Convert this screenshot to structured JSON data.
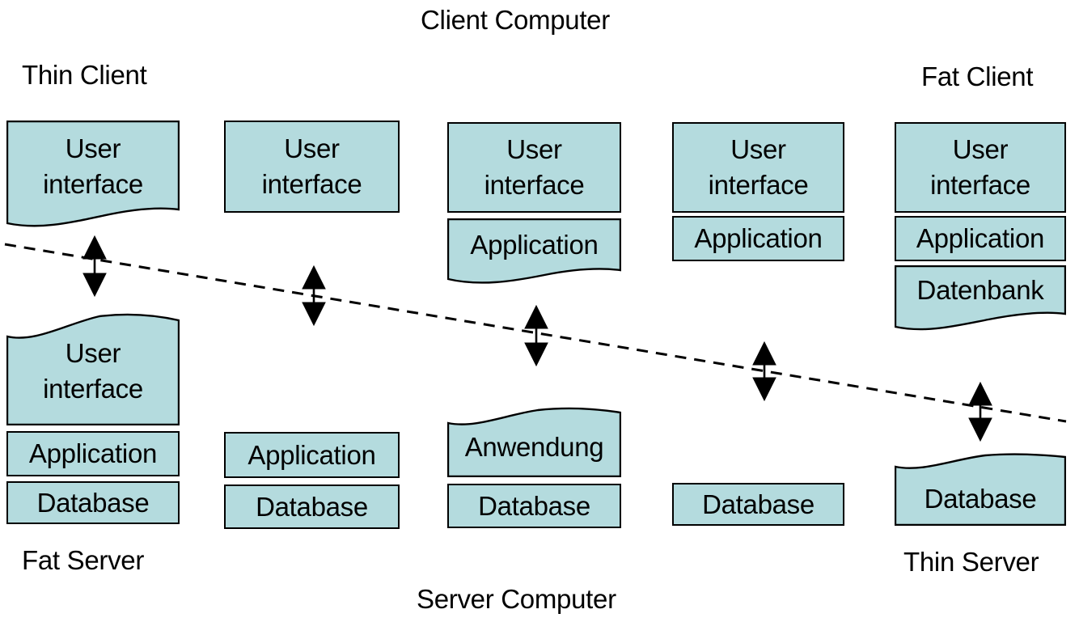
{
  "diagram": {
    "title_top": "Client Computer",
    "title_bottom": "Server Computer",
    "corner_labels": {
      "top_left": "Thin Client",
      "top_right": "Fat Client",
      "bottom_left": "Fat Server",
      "bottom_right": "Thin Server"
    },
    "colors": {
      "box_fill": "#b4dbde",
      "box_border": "#000000",
      "background": "#ffffff",
      "divider": "#000000"
    },
    "divider_style": "dashed",
    "columns": [
      {
        "name": "column-1-thin-client-fat-server",
        "client": [
          {
            "label": "User\ninterface",
            "shape": "doc-bottom"
          }
        ],
        "server": [
          {
            "label": "User\ninterface",
            "shape": "doc-top"
          },
          {
            "label": "Application",
            "shape": "rect"
          },
          {
            "label": "Database",
            "shape": "rect"
          }
        ]
      },
      {
        "name": "column-2",
        "client": [
          {
            "label": "User\ninterface",
            "shape": "rect"
          }
        ],
        "server": [
          {
            "label": "Application",
            "shape": "rect"
          },
          {
            "label": "Database",
            "shape": "rect"
          }
        ]
      },
      {
        "name": "column-3-split-application",
        "client": [
          {
            "label": "User\ninterface",
            "shape": "rect"
          },
          {
            "label": "Application",
            "shape": "doc-bottom"
          }
        ],
        "server": [
          {
            "label": "Anwendung",
            "shape": "doc-top"
          },
          {
            "label": "Database",
            "shape": "rect"
          }
        ]
      },
      {
        "name": "column-4",
        "client": [
          {
            "label": "User\ninterface",
            "shape": "rect"
          },
          {
            "label": "Application",
            "shape": "rect"
          }
        ],
        "server": [
          {
            "label": "Database",
            "shape": "rect"
          }
        ]
      },
      {
        "name": "column-5-fat-client-thin-server",
        "client": [
          {
            "label": "User\ninterface",
            "shape": "rect"
          },
          {
            "label": "Application",
            "shape": "rect"
          },
          {
            "label": "Datenbank",
            "shape": "doc-bottom"
          }
        ],
        "server": [
          {
            "label": "Database",
            "shape": "doc-top"
          }
        ]
      }
    ]
  }
}
